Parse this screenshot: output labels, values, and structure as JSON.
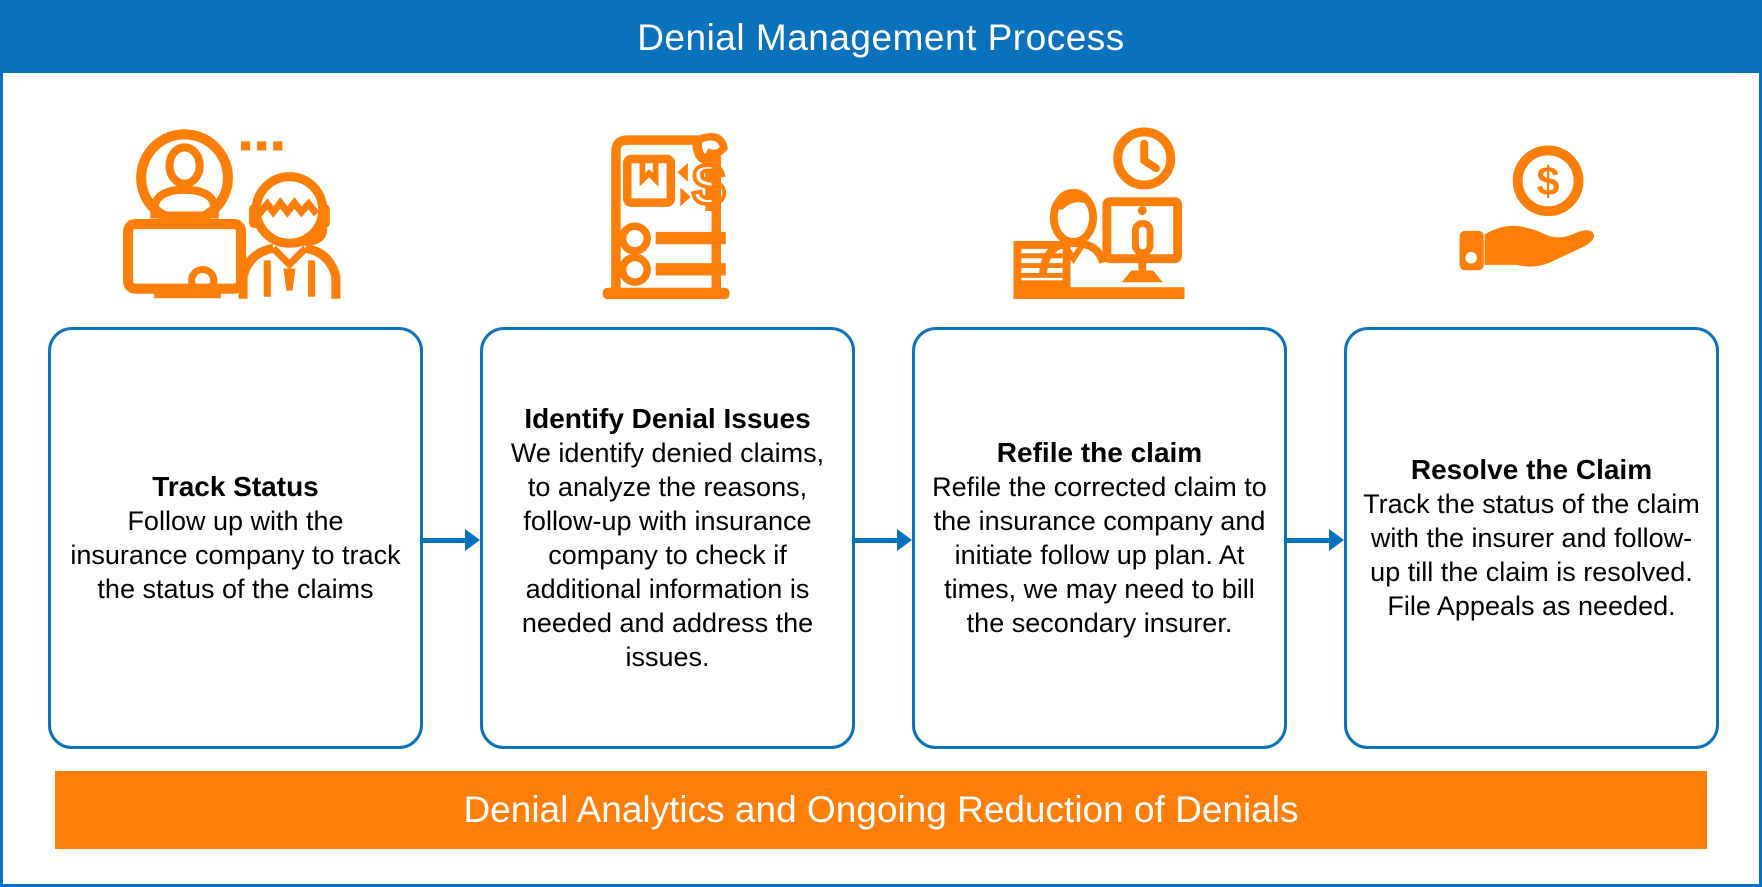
{
  "colors": {
    "accent_blue": "#0A72BD",
    "accent_orange": "#FD7E08",
    "text": "#000000",
    "inverse_text": "#FFFFFF"
  },
  "header": {
    "title": "Denial Management Process"
  },
  "steps": [
    {
      "icon": "support-agent-computer-icon",
      "title": "Track Status",
      "description": "Follow up with the insurance company to track the status of the claims"
    },
    {
      "icon": "invoice-document-icon",
      "title": "Identify Denial Issues",
      "description": "We identify denied claims, to analyze the reasons, follow-up with insurance company to check if additional information is needed and address the issues."
    },
    {
      "icon": "agent-desk-clock-icon",
      "title": "Refile the claim",
      "description": "Refile the corrected claim to the insurance company and initiate follow up plan. At times, we may need to bill the secondary insurer."
    },
    {
      "icon": "hand-dollar-coin-icon",
      "title": "Resolve the Claim",
      "description": "Track the status of the claim with the insurer and follow-up till the claim is resolved. File Appeals as needed."
    }
  ],
  "footer": {
    "label": "Denial Analytics and Ongoing Reduction of Denials"
  }
}
